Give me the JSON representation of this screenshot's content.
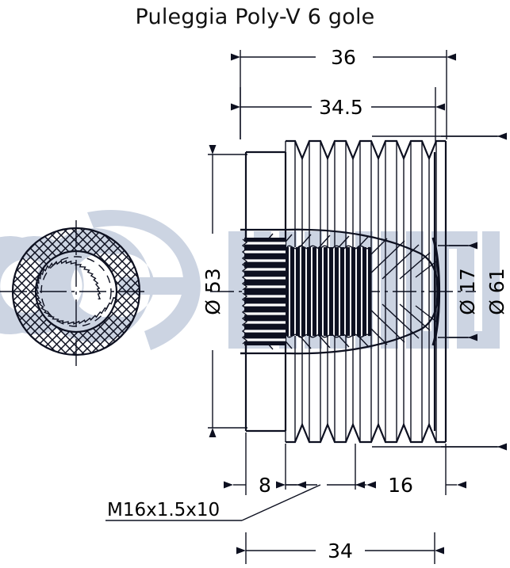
{
  "title": "Puleggia Poly-V 6 gole",
  "dimensions": {
    "top_outer": "36",
    "top_inner": "34.5",
    "left_diameter": "Ø 53",
    "right_inner_diameter": "Ø 17",
    "right_outer_diameter": "Ø 61",
    "bottom_left": "8",
    "bottom_right": "16",
    "bottom_overall": "34"
  },
  "callouts": {
    "thread": "M16x1.5x10"
  },
  "colors": {
    "line": "#0d1020",
    "watermark": "#ccd4e2",
    "background": "#ffffff"
  },
  "views": {
    "section_view_name": "cross-section-circular",
    "side_view_name": "pulley-side-section"
  }
}
